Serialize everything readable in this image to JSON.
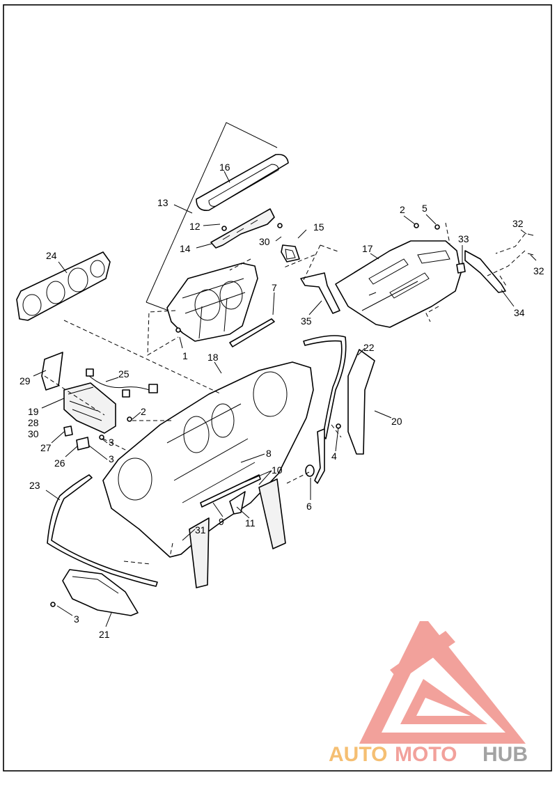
{
  "diagram": {
    "callouts": {
      "n1": "1",
      "n2a": "2",
      "n2b": "2",
      "n3a": "3",
      "n3b": "3",
      "n4": "4",
      "n5": "5",
      "n6": "6",
      "n7": "7",
      "n8": "8",
      "n9": "9",
      "n10": "10",
      "n11": "11",
      "n12": "12",
      "n13": "13",
      "n14": "14",
      "n15": "15",
      "n16": "16",
      "n17": "17",
      "n18": "18",
      "n19": "19",
      "n20": "20",
      "n21": "21",
      "n22": "22",
      "n23": "23",
      "n24": "24",
      "n25": "25",
      "n26": "26",
      "n27": "27",
      "n28": "28",
      "n29": "29",
      "n30a": "30",
      "n30b": "30",
      "n31": "31",
      "n32a": "32",
      "n32b": "32",
      "n33": "33",
      "n34": "34",
      "n35": "35"
    }
  },
  "watermark": {
    "word_auto": "AUTO",
    "word_moto": "MOTO",
    "word_hub": "HUB",
    "colors": {
      "logo_red": "#f2a19b",
      "auto_orange": "#f5bf73",
      "hub_gray": "#a3a3a3"
    }
  }
}
